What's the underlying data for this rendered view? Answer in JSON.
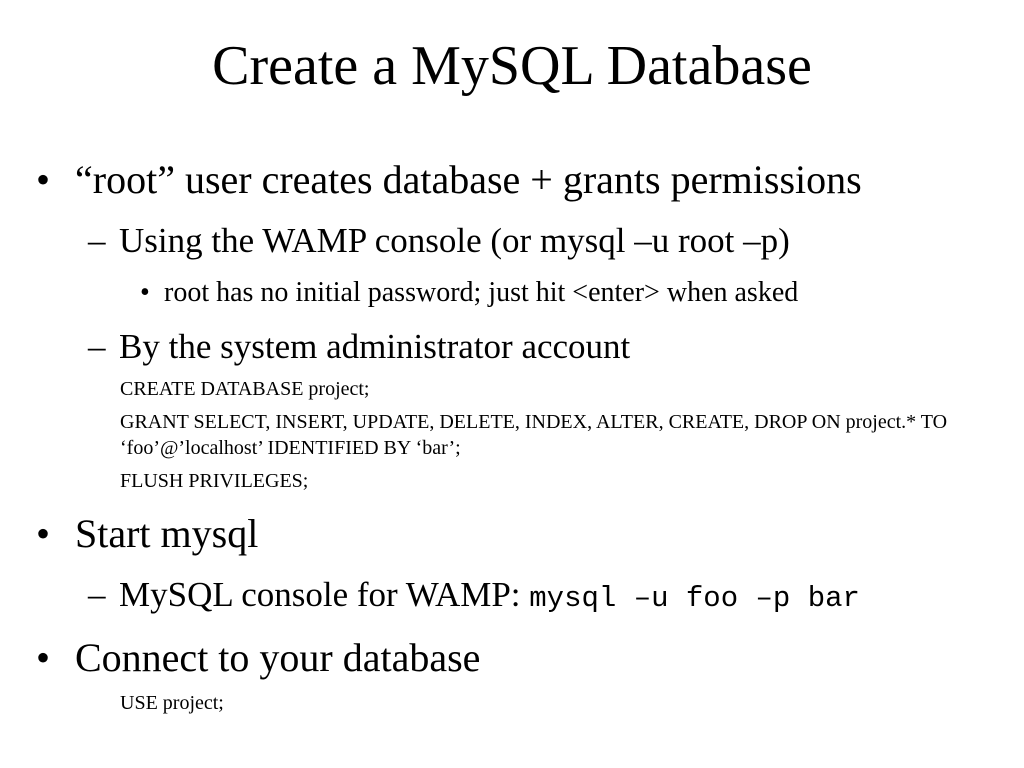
{
  "title": "Create a MySQL Database",
  "bullets": {
    "b1": {
      "marker": "•",
      "text": "“root” user creates database + grants permissions"
    },
    "b1_1": {
      "marker": "–",
      "text": "Using the WAMP console (or mysql –u root –p)"
    },
    "b1_1_1": {
      "marker": "•",
      "text": "root has no initial password; just hit <enter> when asked"
    },
    "b1_2": {
      "marker": "–",
      "text": "By the system administrator account"
    },
    "code1": "CREATE DATABASE project;",
    "code2": "GRANT SELECT, INSERT, UPDATE, DELETE, INDEX, ALTER, CREATE, DROP ON project.* TO ‘foo’@’localhost’ IDENTIFIED BY ‘bar’;",
    "code3": "FLUSH PRIVILEGES;",
    "b2": {
      "marker": "•",
      "text": "Start mysql"
    },
    "b2_1": {
      "marker": "–",
      "text": "MySQL console for WAMP: ",
      "command": "mysql –u foo –p bar"
    },
    "b3": {
      "marker": "•",
      "text": "Connect to your database"
    },
    "code4": "USE project;"
  }
}
